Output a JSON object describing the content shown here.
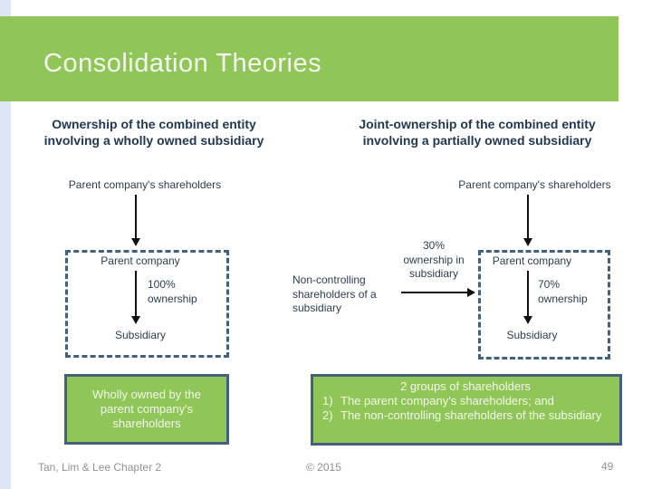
{
  "slide": {
    "title": "Consolidation Theories",
    "footer": {
      "left": "Tan, Lim & Lee Chapter 2",
      "center": "© 2015",
      "page": "49"
    }
  },
  "left_panel": {
    "heading": "Ownership of the combined entity\ninvolving a wholly owned subsidiary",
    "shareholders_label": "Parent company's shareholders",
    "parent_label": "Parent company",
    "ownership_label": "100%\nownership",
    "subsidiary_label": "Subsidiary",
    "summary": "Wholly owned by the\nparent company's\nshareholders"
  },
  "right_panel": {
    "heading": "Joint-ownership of the combined entity\ninvolving a partially owned subsidiary",
    "shareholders_label": "Parent company's shareholders",
    "nci_ownership_label": "30%\nownership in\nsubsidiary",
    "nci_label": "Non-controlling\nshareholders of a\nsubsidiary",
    "parent_label": "Parent company",
    "ownership_label": "70%\nownership",
    "subsidiary_label": "Subsidiary",
    "summary": {
      "title": "2 groups of shareholders",
      "items": [
        {
          "num": "1)",
          "text": "The parent company's shareholders; and"
        },
        {
          "num": "2)",
          "text": "The non-controlling shareholders of the subsidiary"
        }
      ]
    }
  },
  "colors": {
    "accent_green": "#90c557",
    "slate_border": "#44617c",
    "heading_navy": "#1f3850",
    "diagram_text": "#2e3d4f",
    "footer_gray": "#909295",
    "edge_stripe": "#dce6f2",
    "arrow_black": "#111111",
    "title_text": "#f4f8ee"
  }
}
